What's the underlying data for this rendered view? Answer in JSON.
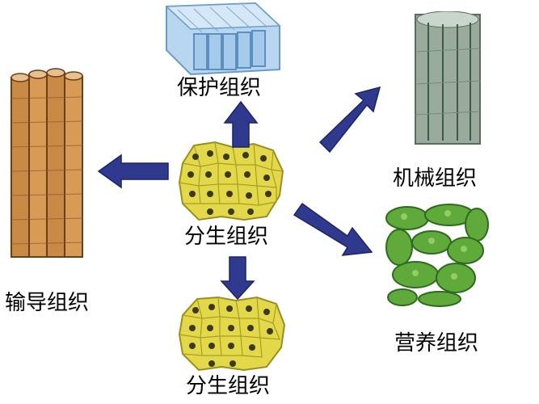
{
  "labels": {
    "protective": "保护组织",
    "mechanical": "机械组织",
    "meristem_center": "分生组织",
    "conductive": "输导组织",
    "nutritive": "营养组织",
    "meristem_bottom": "分生组织"
  },
  "colors": {
    "arrow": "#2f3a8f",
    "cell_yellow": "#e3d84a",
    "protective_blue": "#9cc3e6",
    "conductive_brown": "#c98a45",
    "nutritive_green": "#5faa3a",
    "mechanical_gray": "#8fa394"
  }
}
